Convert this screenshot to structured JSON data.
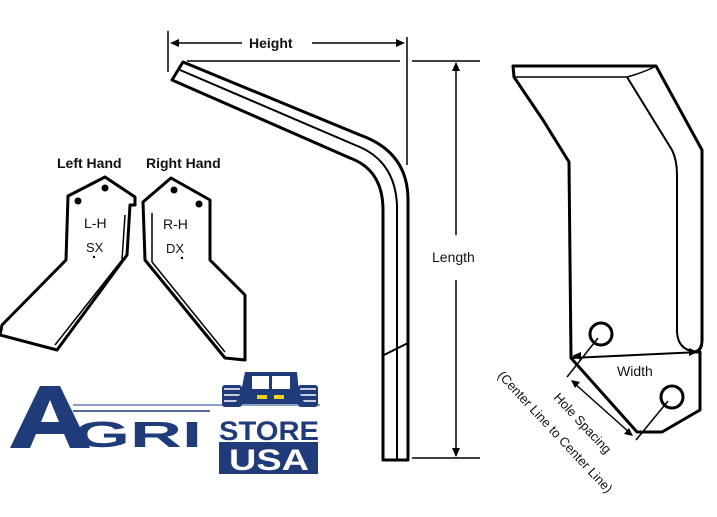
{
  "diagram": {
    "hand_labels": {
      "left": "Left Hand",
      "right": "Right Hand"
    },
    "left_blade": {
      "code": "L-H",
      "sub": "SX"
    },
    "right_blade": {
      "code": "R-H",
      "sub": "DX"
    },
    "dimensions": {
      "height": "Height",
      "length": "Length",
      "width": "Width",
      "hole_spacing": "Hole Spacing",
      "hole_spacing_note": "(Center Line to Center Line)"
    }
  },
  "logo": {
    "big_letter": "A",
    "rest": "GRI",
    "store": "STORE",
    "country": "USA",
    "colors": {
      "navy": "#1f3b7a",
      "light_line": "#8aa0c8",
      "headlight": "#f2d21b"
    }
  }
}
